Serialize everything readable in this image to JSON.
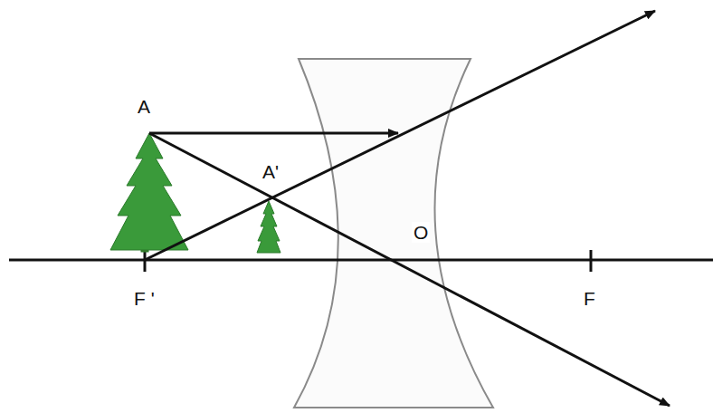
{
  "diagram": {
    "labels": [
      "A",
      "A'",
      "O",
      "F '",
      "F"
    ]
  }
}
